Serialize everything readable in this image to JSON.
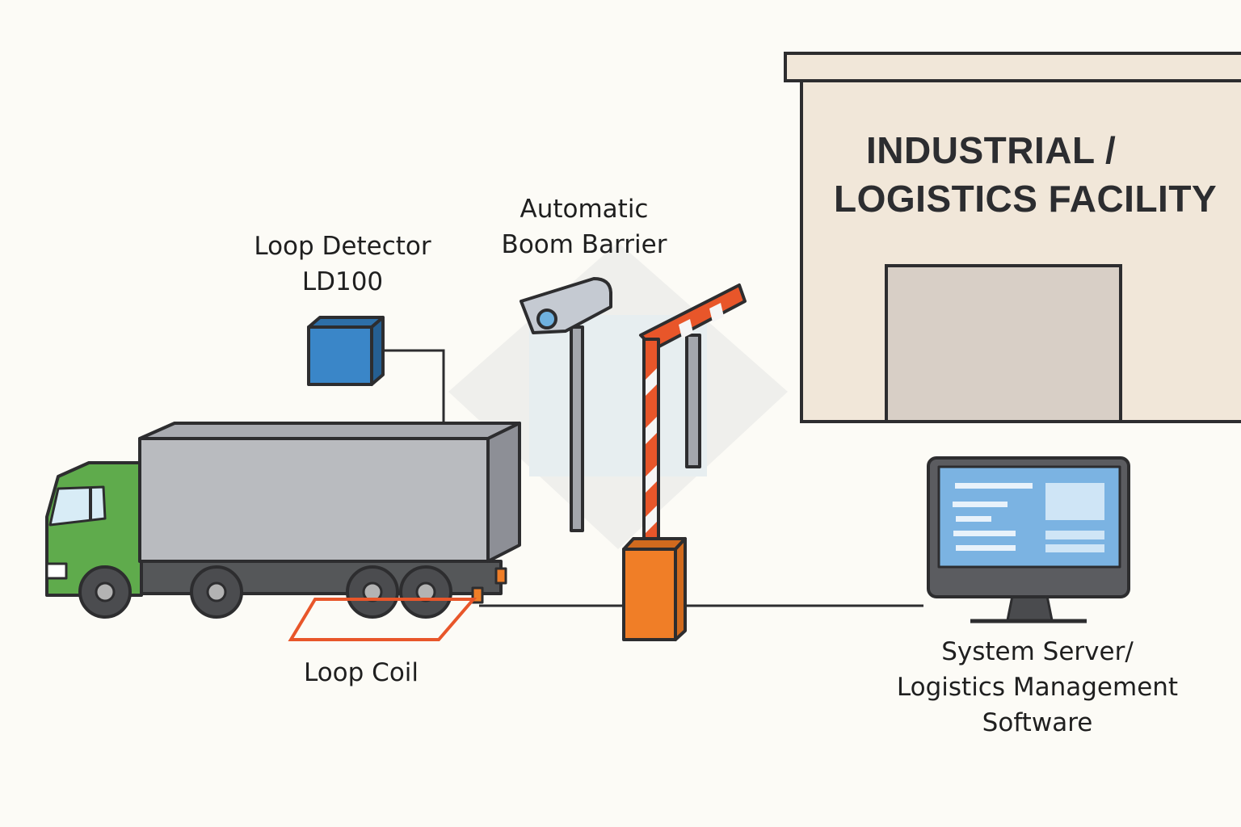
{
  "title": "Loop Detector Vehicle Access Control System",
  "labels": {
    "loop_detector": [
      "Loop Detector",
      "LD100"
    ],
    "boom_barrier": [
      "Automatic",
      "Boom Barrier"
    ],
    "loop_coil": "Loop Coil",
    "facility": [
      "INDUSTRIAL /",
      "LOGISTICS FACILITY"
    ],
    "server": [
      "System Server/",
      "Logistics Management",
      "Software"
    ]
  },
  "components": [
    {
      "id": "truck",
      "name": "Truck",
      "cab_color": "#5fab4c",
      "box_color": "#b9bbbf"
    },
    {
      "id": "loop_detector",
      "name": "Loop Detector LD100",
      "color": "#3a86c8"
    },
    {
      "id": "loop_coil",
      "name": "Loop Coil",
      "color": "#e8562a"
    },
    {
      "id": "camera",
      "name": "Camera",
      "color": "#c5cad2"
    },
    {
      "id": "boom_barrier",
      "name": "Automatic Boom Barrier",
      "color": "#f07e27"
    },
    {
      "id": "facility",
      "name": "Industrial / Logistics Facility",
      "color": "#f1e7d9"
    },
    {
      "id": "server",
      "name": "System Server / Logistics Management Software",
      "color": "#7bb3e2"
    }
  ],
  "connections": [
    {
      "from": "loop_detector",
      "to": "truck"
    },
    {
      "from": "truck",
      "to": "boom_barrier"
    },
    {
      "from": "boom_barrier",
      "to": "server"
    }
  ]
}
